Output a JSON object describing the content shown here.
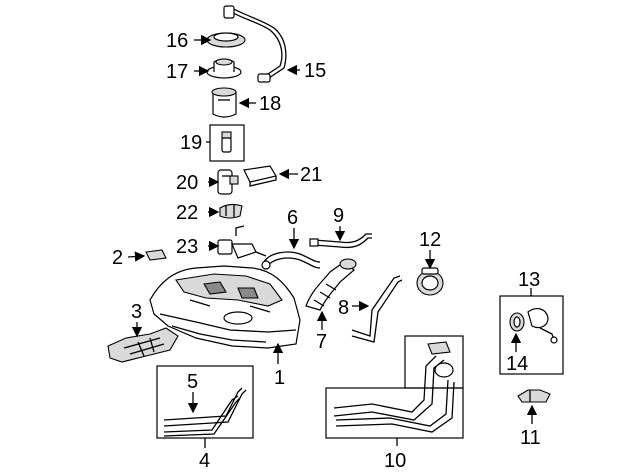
{
  "callouts": {
    "c1": "1",
    "c2": "2",
    "c3": "3",
    "c4": "4",
    "c5": "5",
    "c6": "6",
    "c7": "7",
    "c8": "8",
    "c9": "9",
    "c10": "10",
    "c11": "11",
    "c12": "12",
    "c13": "13",
    "c14": "14",
    "c15": "15",
    "c16": "16",
    "c17": "17",
    "c18": "18",
    "c19": "19",
    "c20": "20",
    "c21": "21",
    "c22": "22",
    "c23": "23"
  },
  "colors": {
    "line": "#000000",
    "fill": "#ffffff",
    "shade": "#d9d9d9",
    "dark": "#8a8a8a"
  }
}
